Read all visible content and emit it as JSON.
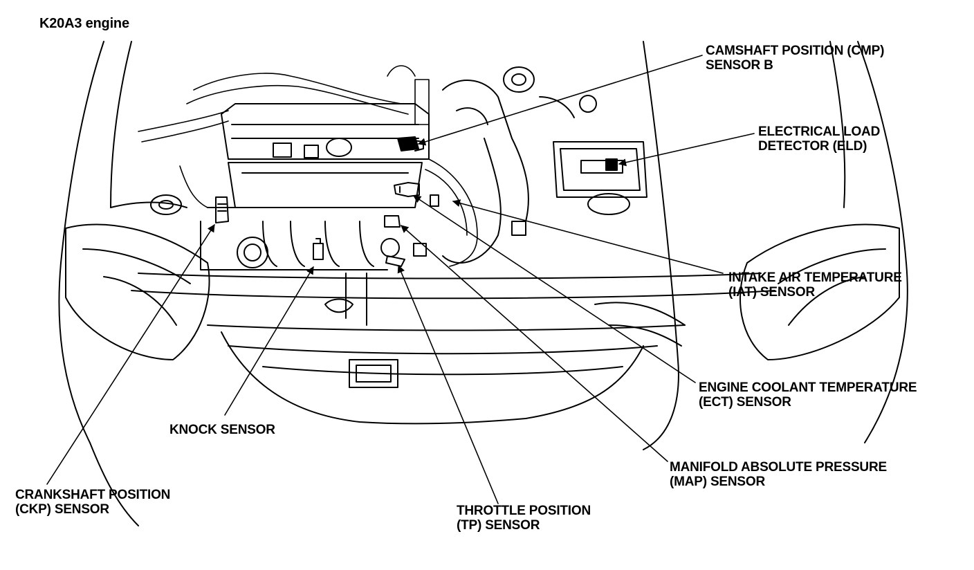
{
  "title": "K20A3 engine",
  "colors": {
    "ink": "#000000",
    "paper": "#ffffff"
  },
  "labels": {
    "cmp": {
      "line1": "CAMSHAFT POSITION (CMP)",
      "line2": "SENSOR B"
    },
    "eld": {
      "line1": "ELECTRICAL LOAD",
      "line2": "DETECTOR (ELD)"
    },
    "iat": {
      "line1": "INTAKE AIR TEMPERATURE",
      "line2": "(IAT) SENSOR"
    },
    "ect": {
      "line1": "ENGINE COOLANT TEMPERATURE",
      "line2": "(ECT) SENSOR"
    },
    "map": {
      "line1": "MANIFOLD ABSOLUTE PRESSURE",
      "line2": "(MAP) SENSOR"
    },
    "tp": {
      "line1": "THROTTLE POSITION",
      "line2": "(TP) SENSOR"
    },
    "knock": {
      "line1": "KNOCK SENSOR"
    },
    "ckp": {
      "line1": "CRANKSHAFT POSITION",
      "line2": "(CKP) SENSOR"
    }
  }
}
